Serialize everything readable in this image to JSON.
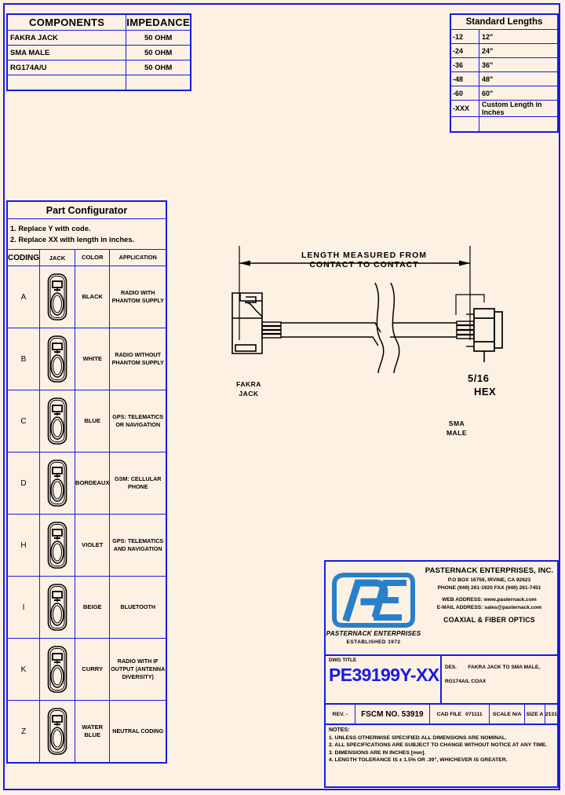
{
  "components_table": {
    "headers": [
      "COMPONENTS",
      "IMPEDANCE"
    ],
    "rows": [
      {
        "component": "FAKRA JACK",
        "impedance": "50 OHM"
      },
      {
        "component": "SMA MALE",
        "impedance": "50 OHM"
      },
      {
        "component": "RG174A/U",
        "impedance": "50 OHM"
      },
      {
        "component": "",
        "impedance": ""
      }
    ]
  },
  "standard_lengths": {
    "title": "Standard Lengths",
    "rows": [
      {
        "code": "-12",
        "length": "12\""
      },
      {
        "code": "-24",
        "length": "24\""
      },
      {
        "code": "-36",
        "length": "36\""
      },
      {
        "code": "-48",
        "length": "48\""
      },
      {
        "code": "-60",
        "length": "60\""
      },
      {
        "code": "-XXX",
        "length": "Custom Length in Inches"
      },
      {
        "code": "",
        "length": ""
      }
    ]
  },
  "part_configurator": {
    "title": "Part Configurator",
    "note1": "1.  Replace Y with code.",
    "note2": "2.  Replace XX with length in inches.",
    "headers": [
      "CODING",
      "JACK",
      "COLOR",
      "APPLICATION"
    ],
    "rows": [
      {
        "coding": "A",
        "color": "BLACK",
        "application": "RADIO WITH PHANTOM SUPPLY"
      },
      {
        "coding": "B",
        "color": "WHITE",
        "application": "RADIO WITHOUT PHANTOM SUPPLY"
      },
      {
        "coding": "C",
        "color": "BLUE",
        "application": "GPS: TELEMATICS OR NAVIGATION"
      },
      {
        "coding": "D",
        "color": "BORDEAUX",
        "application": "GSM: CELLULAR PHONE"
      },
      {
        "coding": "H",
        "color": "VIOLET",
        "application": "GPS: TELEMATICS AND NAVIGATION"
      },
      {
        "coding": "I",
        "color": "BEIGE",
        "application": "BLUETOOTH"
      },
      {
        "coding": "K",
        "color": "CURRY",
        "application": "RADIO WITH IF OUTPUT (ANTENNA DIVERSITY)"
      },
      {
        "coding": "Z",
        "color": "WATER BLUE",
        "application": "NEUTRAL CODING"
      }
    ]
  },
  "drawing": {
    "dimension_line1": "LENGTH MEASURED FROM",
    "dimension_line2": "CONTACT TO CONTACT",
    "left_connector_line1": "FAKRA",
    "left_connector_line2": "JACK",
    "right_connector_line1": "SMA",
    "right_connector_line2": "MALE",
    "hex_line1": "5/16",
    "hex_line2": "HEX"
  },
  "title_block": {
    "logo_text": "PE",
    "logo_name": "PASTERNACK  ENTERPRISES",
    "logo_established": "ESTABLISHED 1972",
    "company_name": "PASTERNACK ENTERPRISES, INC.",
    "address": "P.O BOX 16759, IRVINE, CA 92623",
    "phone": "PHONE (949) 261-1920 FAX (949) 261-7451",
    "web": "WEB ADDRESS: www.pasternack.com",
    "email": "E-MAIL ADDRESS: sales@pasternack.com",
    "tagline": "COAXIAL & FIBER OPTICS",
    "dwg_title_label": "DWG TITLE",
    "dwg_number": "PE39199Y-XX",
    "des_label": "DES.",
    "des_text": "FAKRA JACK TO SMA MALE, RG174A/L COAX",
    "rev": "REV. -",
    "fscm": "FSCM NO.  53919",
    "cad_file_label": "CAD FILE",
    "cad_file_value": "071111",
    "scale": "SCALE  N/A",
    "size": "SIZE A",
    "sheet": "2131",
    "notes_title": "NOTES:",
    "note1": "1.  UNLESS OTHERWISE SPECIFIED ALL DIMENSIONS ARE NOMINAL.",
    "note2": "2.  ALL SPECIFICATIONS ARE SUBJECT TO CHANGE WITHOUT NOTICE AT ANY TIME.",
    "note3": "3.  DIMENSIONS ARE IN INCHES [mm].",
    "note4": "4.  LENGTH TOLERANCE IS ± 1.5% OR .39\", WHICHEVER IS GREATER."
  },
  "colors": {
    "border_blue": "#1a1ae6",
    "background": "#fdf1e4",
    "logo_blue": "#2a7fc9"
  }
}
